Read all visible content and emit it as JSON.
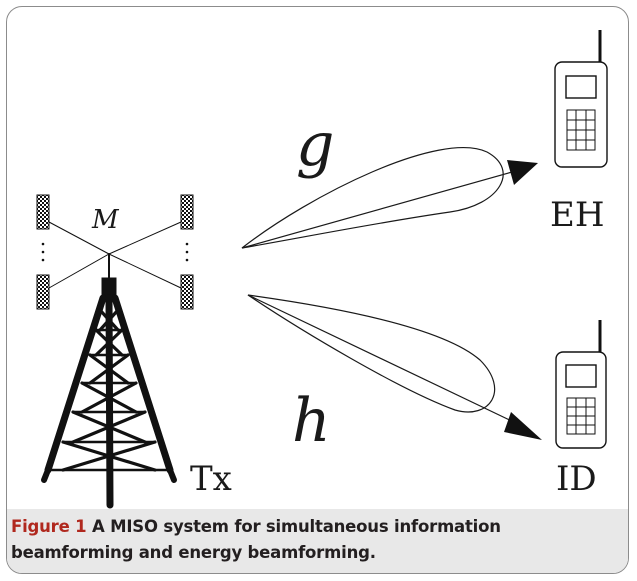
{
  "figure": {
    "caption_label": "Figure 1",
    "caption_text": "A MISO system for simultaneous information beamforming and energy beamforming."
  },
  "labels": {
    "antennas": "M",
    "channel_top": "g",
    "channel_bottom": "h",
    "transmitter": "Tx",
    "receiver_top": "EH",
    "receiver_bottom": "ID"
  }
}
